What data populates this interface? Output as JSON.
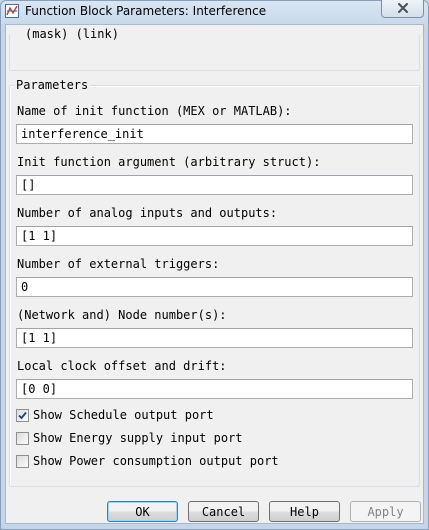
{
  "window": {
    "title": "Function Block Parameters: Interference",
    "close_icon": "close-icon",
    "app_icon": "simulink-block-icon"
  },
  "mask_group": {
    "text": "(mask) (link)"
  },
  "parameters": {
    "title": "Parameters",
    "fields": [
      {
        "label": "Name of init function (MEX or MATLAB):",
        "value": "interference_init"
      },
      {
        "label": "Init function argument (arbitrary struct):",
        "value": "[]"
      },
      {
        "label": "Number of analog inputs and outputs:",
        "value": "[1 1]"
      },
      {
        "label": "Number of external triggers:",
        "value": "0"
      },
      {
        "label": "(Network and) Node number(s):",
        "value": "[1 1]"
      },
      {
        "label": "Local clock offset and drift:",
        "value": "[0 0]"
      }
    ],
    "checkboxes": [
      {
        "label": "Show Schedule output port",
        "checked": true
      },
      {
        "label": "Show Energy supply input port",
        "checked": false
      },
      {
        "label": "Show Power consumption output port",
        "checked": false
      }
    ]
  },
  "buttons": {
    "ok": "OK",
    "cancel": "Cancel",
    "help": "Help",
    "apply": "Apply"
  },
  "colors": {
    "title_bar": "#c5d6ea",
    "client_bg": "#f0f0f0",
    "default_button_border": "#3c7fb1",
    "disabled_text": "#838383"
  }
}
